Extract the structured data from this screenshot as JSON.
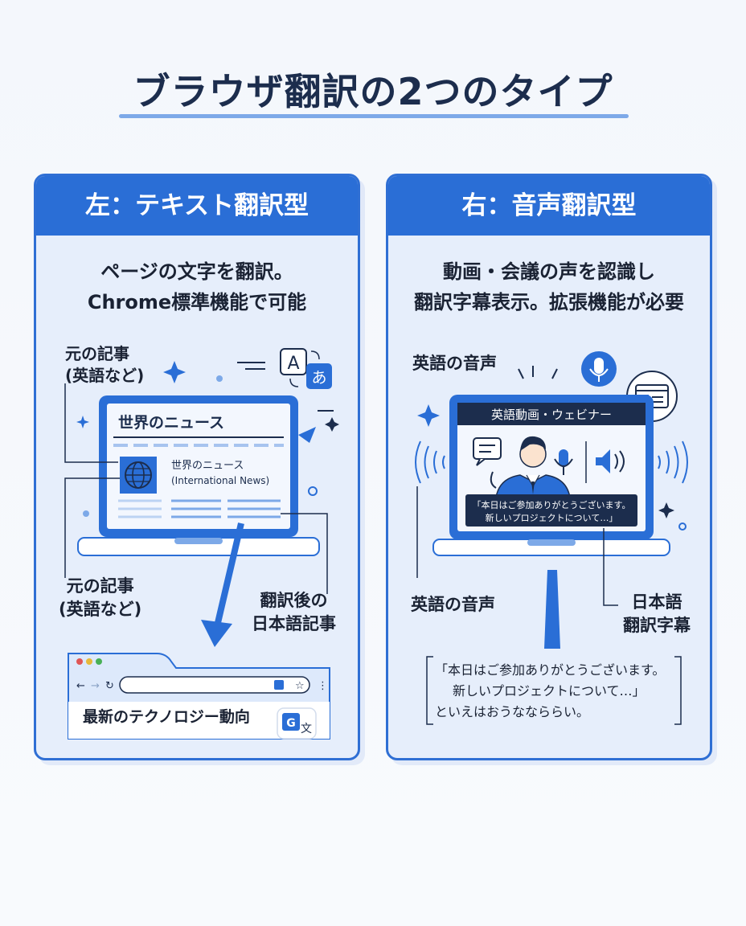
{
  "title": "ブラウザ翻訳の2つのタイプ",
  "left": {
    "header": "左：テキスト翻訳型",
    "desc_line1": "ページの文字を翻訳。",
    "desc_line2": "Chrome標準機能で可能",
    "label_original_top_1": "元の記事",
    "label_original_top_2": "(英語など)",
    "label_original_bottom_1": "元の記事",
    "label_original_bottom_2": "(英語など)",
    "label_translated_1": "翻訳後の",
    "label_translated_2": "日本語記事",
    "laptop_page_title": "世界のニュース",
    "article_title_1": "世界のニュース",
    "article_title_2": "(International News)",
    "translate_icon_en": "A",
    "translate_icon_ja": "あ",
    "browser_heading": "最新のテクノロジー動向",
    "browser_translate_g": "G",
    "browser_translate_ja": "文"
  },
  "right": {
    "header": "右：音声翻訳型",
    "desc_line1": "動画・会議の声を認識し",
    "desc_line2": "翻訳字幕表示。拡張機能が必要",
    "label_audio_top": "英語の音声",
    "label_audio_bottom": "英語の音声",
    "label_subtitle_1": "日本語",
    "label_subtitle_2": "翻訳字幕",
    "video_title": "英語動画・ウェビナー",
    "subtitle_line1": "「本日はご参加ありがとうございます。",
    "subtitle_line2": "新しいプロジェクトについて…」",
    "transcript_line1": "「本日はご参加ありがとうございます。",
    "transcript_line2": "新しいプロジェクトについて…」",
    "transcript_line3": "といえはおうななららい。"
  }
}
